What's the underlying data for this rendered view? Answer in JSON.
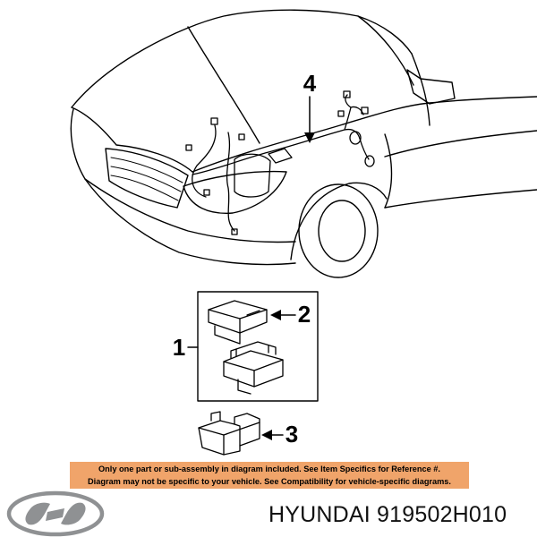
{
  "colors": {
    "line": "#000000",
    "notice_bg": "#f0a46a",
    "background": "#ffffff"
  },
  "callouts": {
    "c1": "1",
    "c2": "2",
    "c3": "3",
    "c4": "4"
  },
  "notice": {
    "line1": "Only one part or sub-assembly in diagram included. See Item Specifics for Reference #.",
    "line2": "Diagram may not be specific to your vehicle. See Compatibility for vehicle-specific diagrams."
  },
  "brand": {
    "text": "HYUNDAI 919502H010",
    "logo": "hyundai-logo"
  }
}
